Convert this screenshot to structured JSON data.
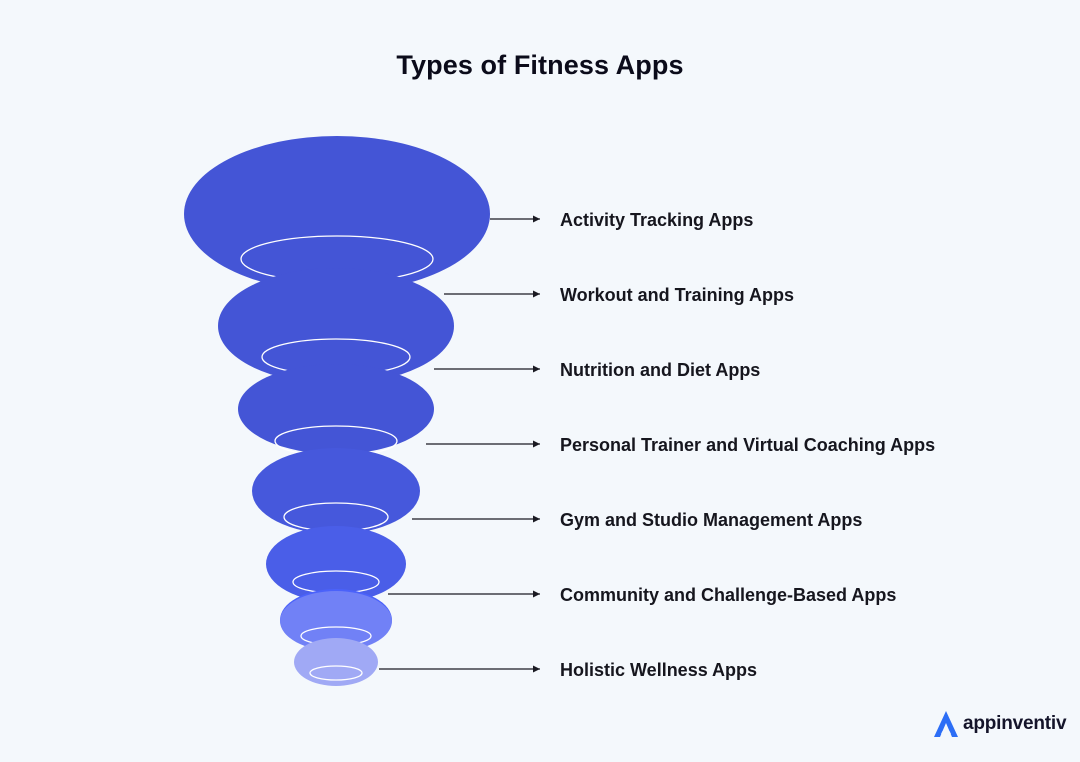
{
  "title": "Types of Fitness Apps",
  "layers": [
    {
      "label": "Activity Tracking Apps",
      "color": "#4455d6"
    },
    {
      "label": "Workout and Training Apps",
      "color": "#4455d6"
    },
    {
      "label": "Nutrition and Diet Apps",
      "color": "#4455d6"
    },
    {
      "label": "Personal Trainer and Virtual Coaching Apps",
      "color": "#4658dc"
    },
    {
      "label": "Gym and Studio Management Apps",
      "color": "#4a5ee8"
    },
    {
      "label": "Community and Challenge-Based Apps",
      "color": "#4b62fa"
    },
    {
      "label": "Holistic Wellness Apps",
      "color": "#a0a9f5"
    }
  ],
  "extra_layer_color": "#7181f6",
  "brand": {
    "name": "appinventiv",
    "logo_icon": "appinventiv-logo-icon",
    "logo_color": "#2c6ef6"
  }
}
